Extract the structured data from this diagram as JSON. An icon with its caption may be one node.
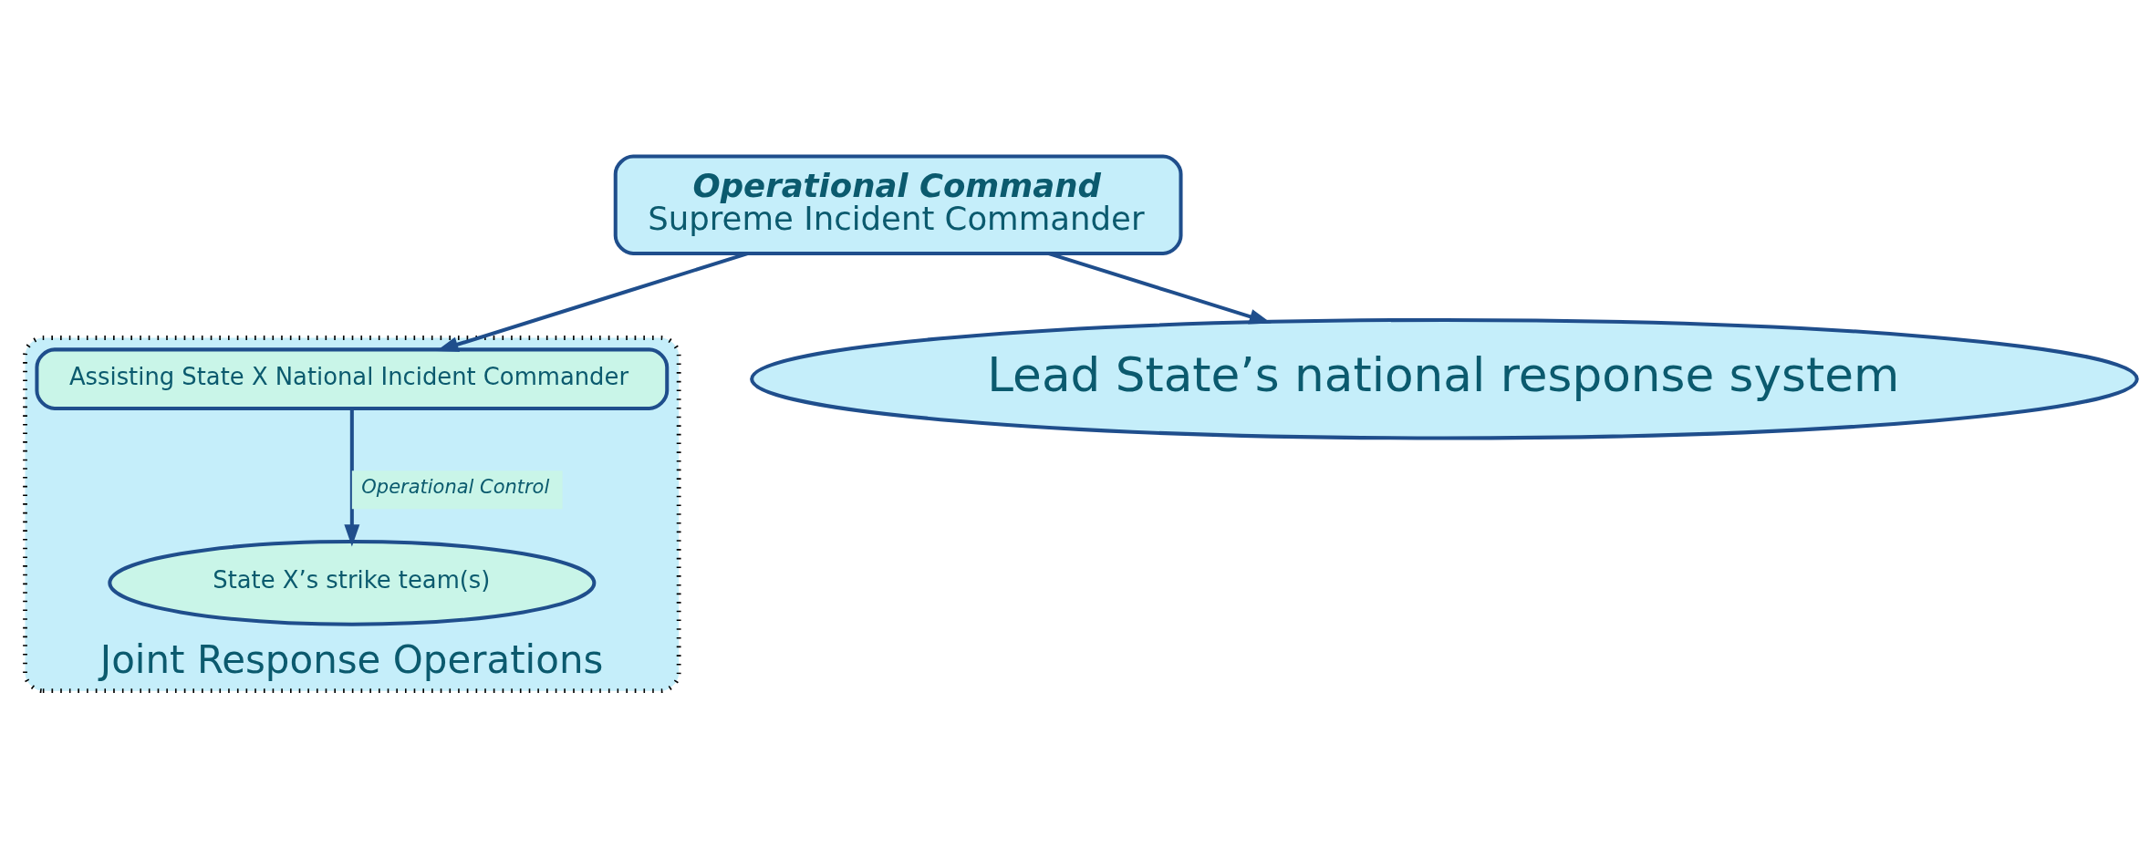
{
  "diagram": {
    "nodes": [
      {
        "text": [
          "Joint Response Operations"
        ]
      },
      {
        "text": [
          "Operational Command",
          "Supreme Incident Commander"
        ]
      },
      {
        "text": [
          "Assisting State X National Incident Commander"
        ],
        "in": 0
      },
      {
        "text": [
          "State X’s strike team(s)"
        ],
        "in": 0
      },
      {
        "text": [
          "Lead State’s national response system"
        ]
      }
    ],
    "edges": [
      {
        "from": 1,
        "to": 2,
        "arrow": "to"
      },
      {
        "from": 1,
        "to": 4,
        "arrow": "to"
      },
      {
        "from": 2,
        "to": 3,
        "arrow": "to",
        "label": "Operational Control"
      }
    ]
  }
}
